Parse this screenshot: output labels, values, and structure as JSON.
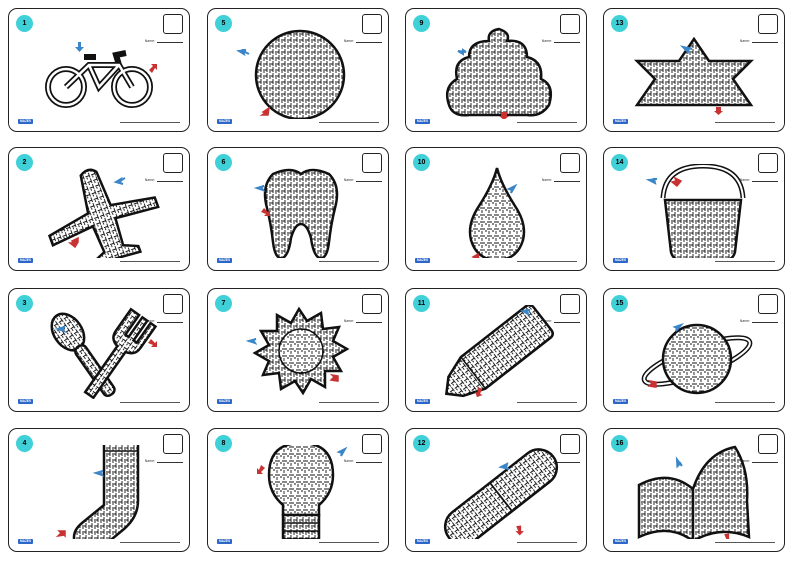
{
  "name_label": "Name:",
  "badge_label": "MAZES",
  "colors": {
    "number_circle": "#3fd0d8",
    "start_arrow": "#3b86c8",
    "end_arrow": "#c83232",
    "badge": "#2b66c9"
  },
  "cards": [
    {
      "number": "1",
      "shape": "bicycle-icon"
    },
    {
      "number": "5",
      "shape": "ball-icon"
    },
    {
      "number": "9",
      "shape": "cloud-icon"
    },
    {
      "number": "13",
      "shape": "star-icon"
    },
    {
      "number": "2",
      "shape": "airplane-icon"
    },
    {
      "number": "6",
      "shape": "tooth-icon"
    },
    {
      "number": "10",
      "shape": "drop-icon"
    },
    {
      "number": "14",
      "shape": "bucket-icon"
    },
    {
      "number": "3",
      "shape": "spoon-fork-icon"
    },
    {
      "number": "7",
      "shape": "sun-icon"
    },
    {
      "number": "11",
      "shape": "pencil-icon"
    },
    {
      "number": "15",
      "shape": "planet-icon"
    },
    {
      "number": "4",
      "shape": "sock-icon"
    },
    {
      "number": "8",
      "shape": "lightbulb-icon"
    },
    {
      "number": "12",
      "shape": "capsule-icon"
    },
    {
      "number": "16",
      "shape": "book-icon"
    }
  ]
}
